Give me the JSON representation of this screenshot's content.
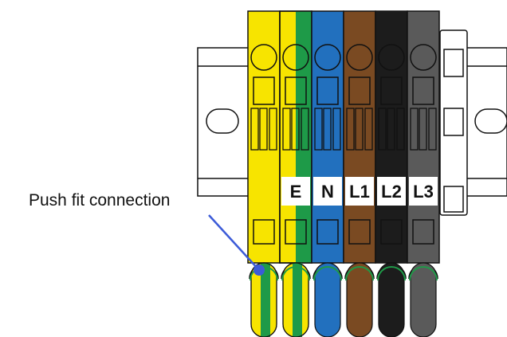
{
  "diagram": {
    "callout": "Push fit connection",
    "colors": {
      "yellow": "#F7E400",
      "green": "#1E9A48",
      "blue": "#2270BE",
      "brown": "#7A4A22",
      "black": "#1C1C1C",
      "grey": "#5A5A5A",
      "rail": "#FFFFFF",
      "outline": "#111111",
      "pointer": "#3C5BD8"
    },
    "terminals": [
      {
        "id": "yellow",
        "label": "",
        "body": "yellow",
        "stripe": "",
        "wire": "yellow"
      },
      {
        "id": "earth",
        "label": "E",
        "body": "yellow",
        "stripe": "green",
        "wire": "earth"
      },
      {
        "id": "neutral",
        "label": "N",
        "body": "blue",
        "stripe": "",
        "wire": "blue"
      },
      {
        "id": "l1",
        "label": "L1",
        "body": "brown",
        "stripe": "",
        "wire": "brown"
      },
      {
        "id": "l2",
        "label": "L2",
        "body": "black",
        "stripe": "",
        "wire": "black"
      },
      {
        "id": "l3",
        "label": "L3",
        "body": "grey",
        "stripe": "",
        "wire": "grey"
      }
    ]
  }
}
